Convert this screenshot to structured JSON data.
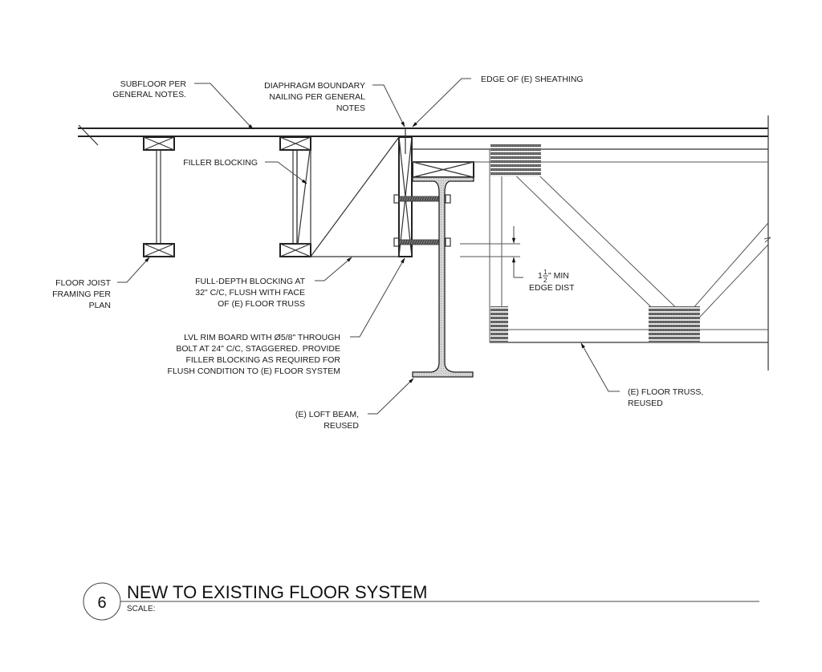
{
  "detail": {
    "number": "6",
    "title": "NEW TO EXISTING FLOOR SYSTEM",
    "scale_label": "SCALE:"
  },
  "callouts": {
    "subfloor": [
      "SUBFLOOR PER",
      "GENERAL NOTES."
    ],
    "diaphragm": [
      "DIAPHRAGM BOUNDARY",
      "NAILING PER GENERAL",
      "NOTES"
    ],
    "edge_sheathing": [
      "EDGE OF (E) SHEATHING"
    ],
    "filler_blocking": [
      "FILLER BLOCKING"
    ],
    "floor_joist": [
      "FLOOR JOIST",
      "FRAMING PER",
      "PLAN"
    ],
    "full_depth_blocking": [
      "FULL-DEPTH BLOCKING AT",
      "32\" C/C, FLUSH WITH FACE",
      "OF (E) FLOOR TRUSS"
    ],
    "lvl_rim": [
      "LVL RIM BOARD WITH Ø5/8\" THROUGH",
      "BOLT AT 24\" C/C, STAGGERED. PROVIDE",
      "FILLER BLOCKING AS REQUIRED FOR",
      "FLUSH CONDITION TO (E) FLOOR SYSTEM"
    ],
    "loft_beam": [
      "(E) LOFT BEAM,",
      "REUSED"
    ],
    "floor_truss": [
      "(E) FLOOR TRUSS,",
      "REUSED"
    ],
    "edge_dist": {
      "whole": "1",
      "frac_num": "1",
      "frac_den": "2",
      "suffix": "\" MIN",
      "line2": "EDGE DIST"
    }
  },
  "colors": {
    "line": "#333333",
    "hatch": "#9a9a9a",
    "steel_fill": "#d0d0d0"
  }
}
